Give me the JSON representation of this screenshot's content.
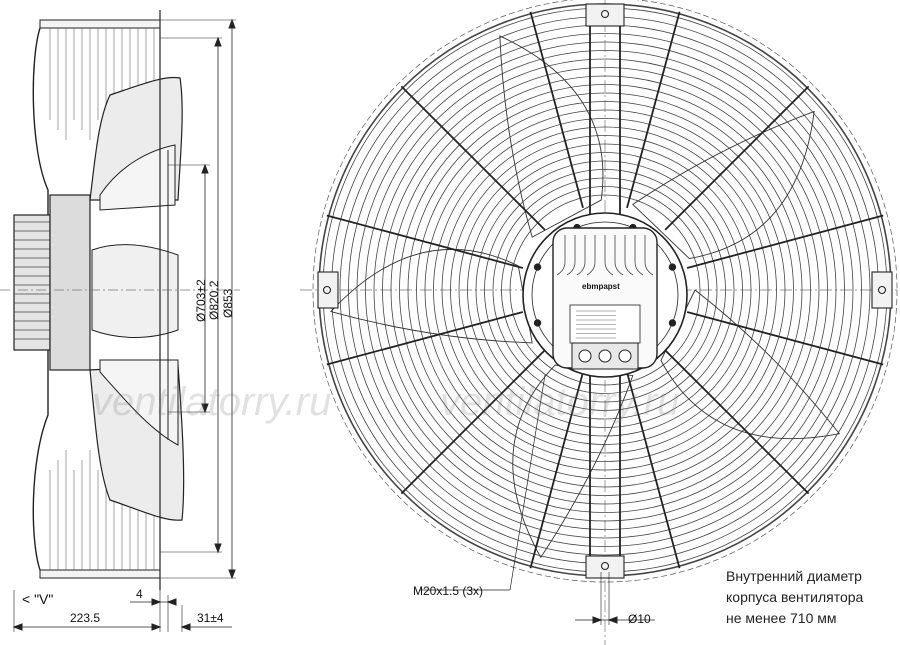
{
  "dimensions": {
    "view_marker": "< \"V\"",
    "depth_total": "223.5",
    "offset_small": "4",
    "mount_depth": "31±4",
    "diam_inner": "Ø703±2",
    "diam_mount": "Ø820.2",
    "diam_outer": "Ø853",
    "cable_gland": "M20x1.5 (3x)",
    "hole_diam": "Ø10"
  },
  "note": {
    "line1": "Внутренний диаметр",
    "line2": "корпуса вентилятора",
    "line3": "не менее 710 мм"
  },
  "nameplate": {
    "brand": "ebmpapst"
  },
  "watermark": {
    "text": "ventilatorry.ru"
  },
  "colors": {
    "line": "#222222",
    "bg": "#ffffff",
    "fill_body": "#e9e9e9"
  }
}
